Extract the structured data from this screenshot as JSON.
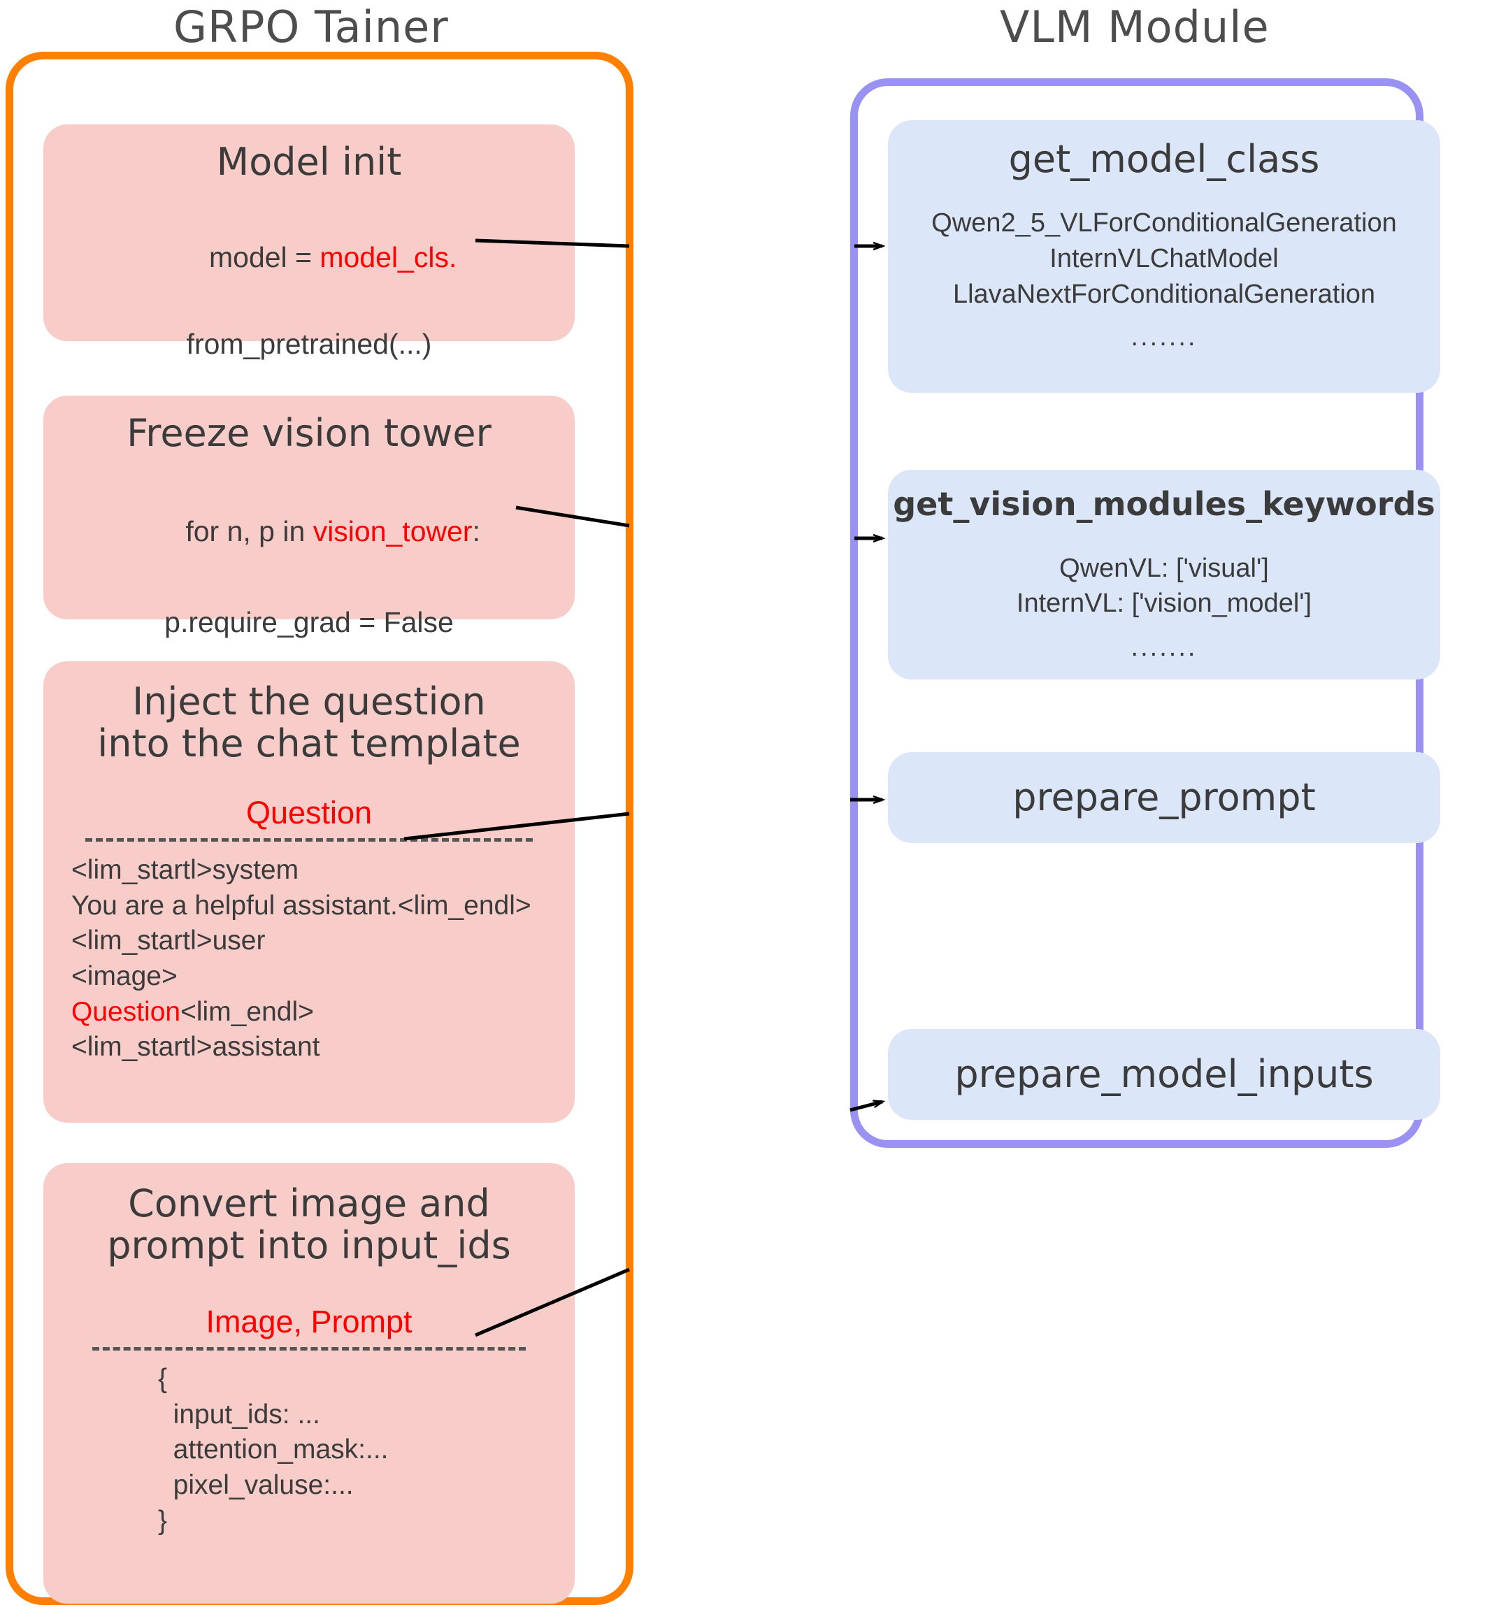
{
  "groups": {
    "left": {
      "title": "GRPO Tainer",
      "border_color": "#ff8000"
    },
    "right": {
      "title": "VLM Module",
      "border_color": "#9a92f2"
    }
  },
  "colors": {
    "card_pink": "#f8cdc9",
    "card_blue": "#dbe6f8",
    "text": "#3b3b3b",
    "highlight_red": "#ff0000",
    "background": "#ffffff"
  },
  "left_cards": [
    {
      "title": "Model init",
      "code_line_1_prefix": "model = ",
      "code_line_1_highlight": "model_cls.",
      "code_line_2": "from_pretrained(...)"
    },
    {
      "title": "Freeze vision tower",
      "code_line_1_prefix": "for n, p in ",
      "code_line_1_highlight": "vision_tower",
      "code_line_1_suffix": ":",
      "code_line_2": "p.require_grad = False"
    },
    {
      "title": "Inject the question\ninto the chat template",
      "red_label": "Question",
      "template_lines": [
        "<lim_startl>system",
        "You are a helpful assistant.<lim_endl>",
        "<lim_startl>user",
        "<image>",
        "Question<lim_endl>",
        "<lim_startl>assistant"
      ],
      "template_highlight_token": "Question"
    },
    {
      "title": "Convert image and\nprompt into input_ids",
      "red_label": "Image, Prompt",
      "json_lines": [
        "{",
        "  input_ids: ...",
        "  attention_mask:...",
        "  pixel_valuse:...",
        "}"
      ]
    }
  ],
  "right_cards": [
    {
      "title": "get_model_class",
      "bold": false,
      "items": [
        "Qwen2_5_VLForConditionalGeneration",
        "InternVLChatModel",
        "LlavaNextForConditionalGeneration",
        "......."
      ]
    },
    {
      "title": "get_vision_modules_keywords",
      "bold": true,
      "items": [
        "QwenVL: ['visual']",
        "InternVL: ['vision_model']",
        "......."
      ]
    },
    {
      "title": "prepare_prompt",
      "bold": false,
      "items": []
    },
    {
      "title": "prepare_model_inputs",
      "bold": false,
      "items": []
    }
  ],
  "connectors": [
    {
      "from": "model-init",
      "to": "get_model_class",
      "arrow": "arrowhead"
    },
    {
      "from": "freeze-vision-tower",
      "to": "get_vision_modules_keywords",
      "arrow": "arrowhead"
    },
    {
      "from": "inject-question",
      "to": "prepare_prompt",
      "arrow": "arrowhead"
    },
    {
      "from": "convert-image-prompt",
      "to": "prepare_model_inputs",
      "arrow": "arrowhead"
    }
  ]
}
